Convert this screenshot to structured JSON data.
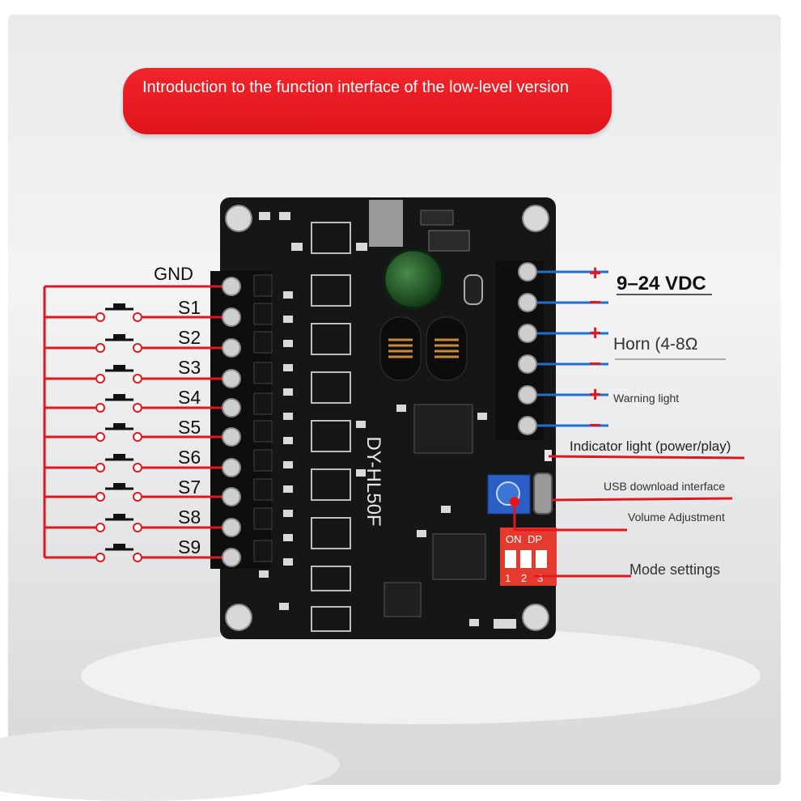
{
  "title": "Introduction to the function interface of the low-level version",
  "board_label": "DY-HL50F",
  "inputs": {
    "gnd": "GND",
    "switches": [
      "S1",
      "S2",
      "S3",
      "S4",
      "S5",
      "S6",
      "S7",
      "S8",
      "S9"
    ]
  },
  "outputs": {
    "power": "9–24 VDC",
    "horn": "Horn (4-8Ω",
    "warning_light": "Warning light",
    "indicator": "Indicator light (power/play)",
    "usb": "USB download interface",
    "volume": "Volume Adjustment",
    "mode": "Mode settings"
  },
  "polarity": {
    "plus": "+",
    "minus": "−"
  },
  "dip_switch": {
    "labels_top": [
      "ON",
      "DP"
    ],
    "numbers": [
      "1",
      "2",
      "3"
    ]
  },
  "colors": {
    "accent_red": "#e3161d",
    "wire_blue": "#1e6fd0",
    "pcb_black": "#151515"
  }
}
